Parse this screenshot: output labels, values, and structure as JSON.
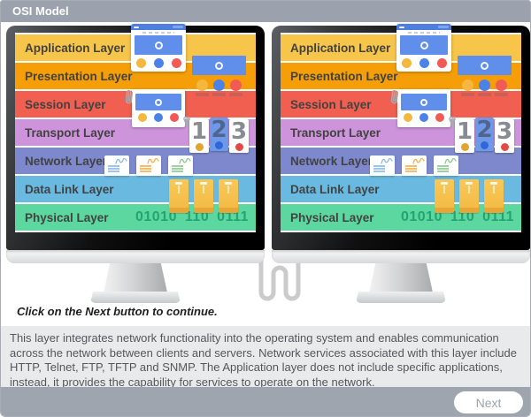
{
  "window": {
    "title": "OSI Model"
  },
  "instruction": "Click on the Next button to continue.",
  "description": "This layer integrates network functionality into the operating system and enables communication across the network between clients and servers. Network services associated with this layer include HTTP, Telnet, FTP, TFTP and SNMP. The Application layer does not include specific applications, instead, it provides the capability for services to operate on the network.",
  "footer": {
    "next_label": "Next"
  },
  "layers": [
    {
      "label": "Application Layer",
      "color": "#F7C54A"
    },
    {
      "label": "Presentation Layer",
      "color": "#F59E07"
    },
    {
      "label": "Session Layer",
      "color": "#F15F50"
    },
    {
      "label": "Transport Layer",
      "color": "#CD94DB"
    },
    {
      "label": "Network Layer",
      "color": "#7D89CC"
    },
    {
      "label": "Data Link Layer",
      "color": "#69B9E0"
    },
    {
      "label": "Physical Layer",
      "color": "#5CD79F"
    }
  ],
  "physical_bits": "01010 110 0111",
  "segments": [
    "1",
    "2",
    "3"
  ],
  "palette": {
    "titlebar_gray": "#9BA2AD",
    "webpage_blue": "#5F8FEA",
    "dot_yellow": "#F4B73F",
    "dot_blue": "#4A82E8",
    "dot_red": "#F25A55",
    "envelope_amber": "#F5BE4D",
    "bits_green": "#23A474"
  }
}
